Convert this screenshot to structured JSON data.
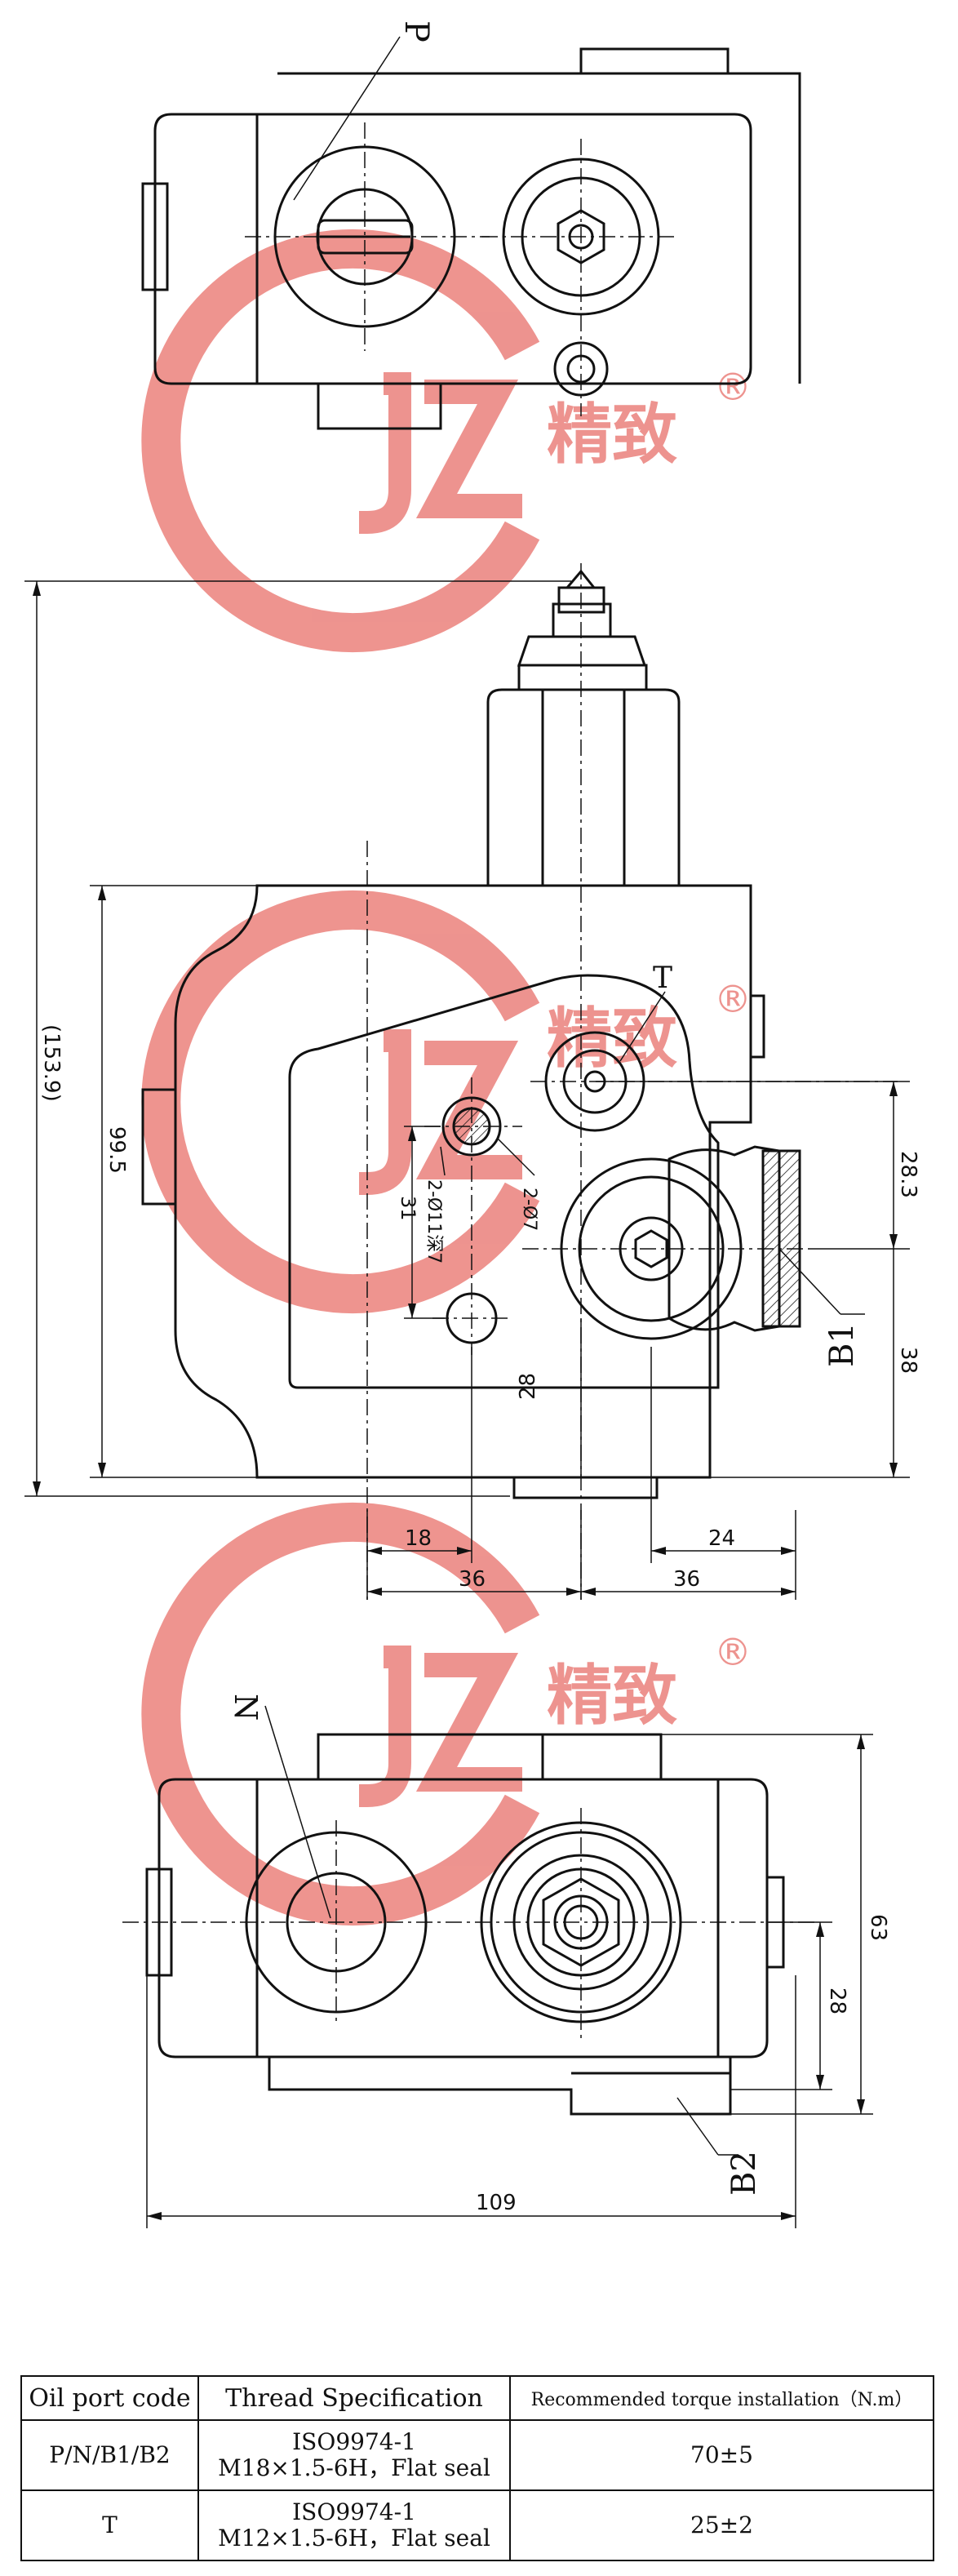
{
  "watermark": {
    "brand_cn": "精致",
    "registered": "®",
    "color": "#e8706a"
  },
  "top_view": {
    "port_label": "P"
  },
  "front_view": {
    "port_labels": {
      "t": "T",
      "b1": "B1"
    },
    "dims": {
      "overall_height": "(153.9)",
      "body_height": "99.5",
      "d283": "28.3",
      "d38": "38",
      "d31": "31",
      "d28": "28",
      "d18": "18",
      "d24": "24",
      "d36_left": "36",
      "d36_right": "36",
      "hole_a": "2-Ø11深7",
      "hole_b": "2-Ø7"
    }
  },
  "bottom_view": {
    "port_labels": {
      "n": "N",
      "b2": "B2"
    },
    "dims": {
      "d63": "63",
      "d28": "28",
      "d109": "109"
    }
  },
  "spec_table": {
    "headers": [
      "Oil port code",
      "Thread Specification",
      "Recommended torque installation（N.m）"
    ],
    "rows": [
      {
        "code": "P/N/B1/B2",
        "thread_line1": "ISO9974-1",
        "thread_line2": "M18×1.5-6H，Flat seal",
        "torque": "70±5"
      },
      {
        "code": "T",
        "thread_line1": "ISO9974-1",
        "thread_line2": "M12×1.5-6H，Flat seal",
        "torque": "25±2"
      }
    ]
  }
}
